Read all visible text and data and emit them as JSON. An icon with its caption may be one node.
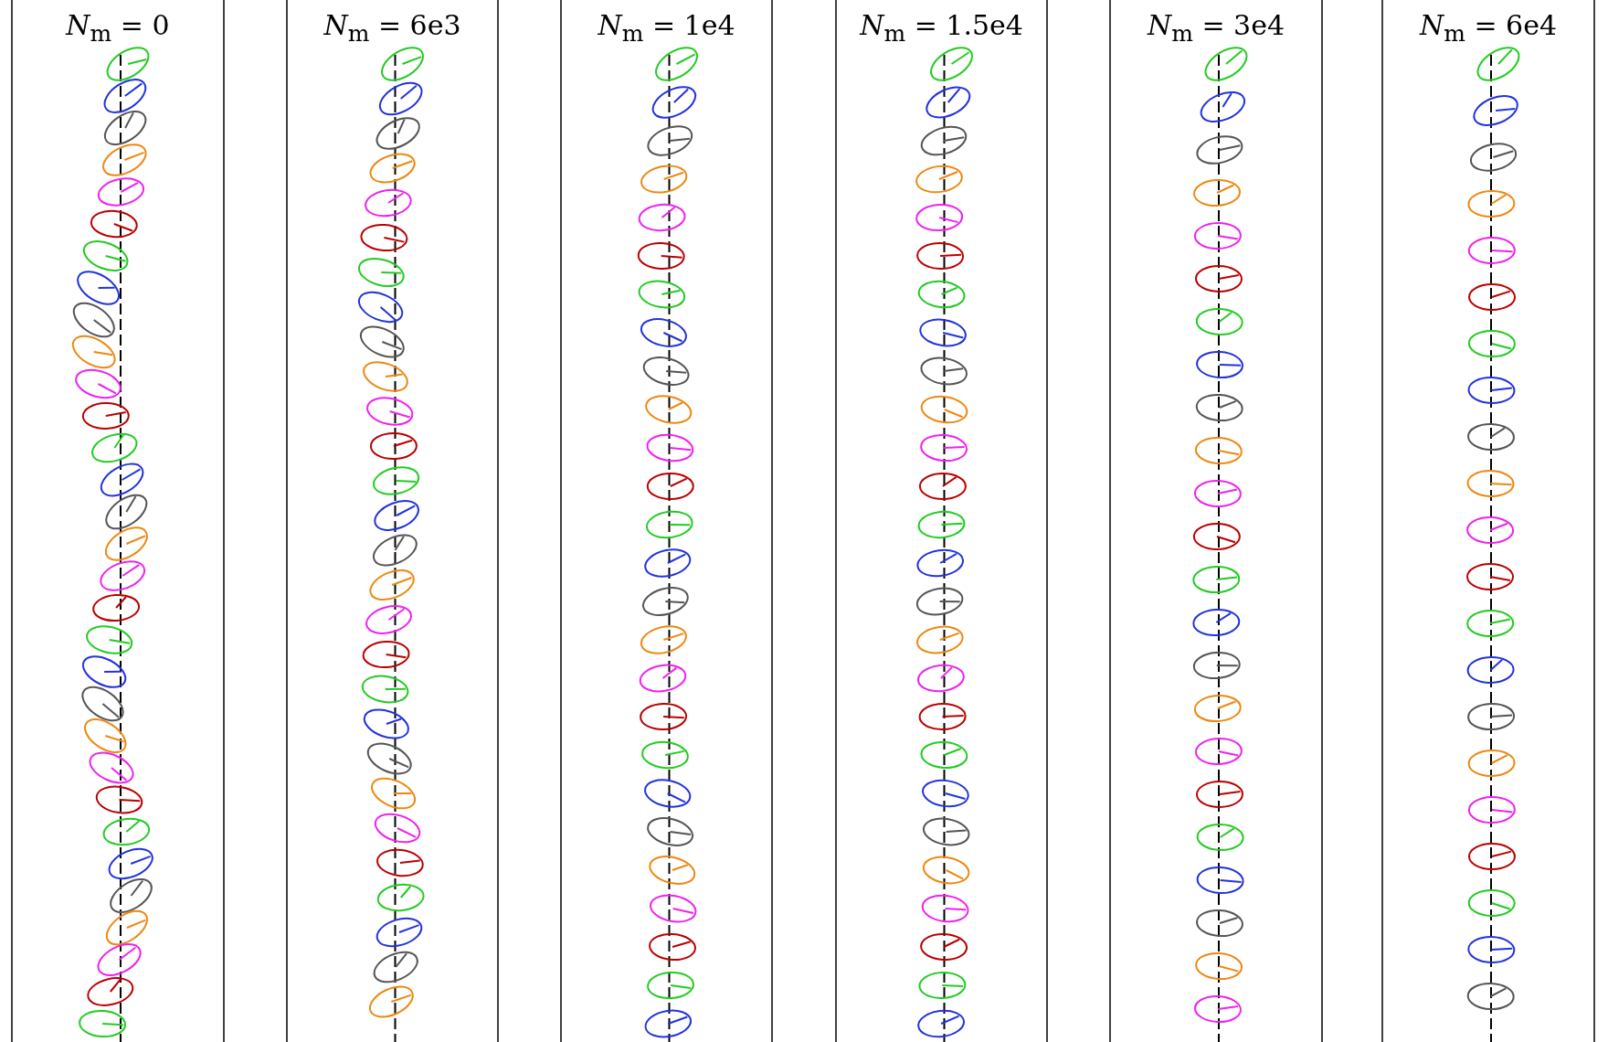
{
  "diagram": {
    "labels": [
      "*N*$_{m}$ = 0",
      "*N*$_{m}$ = 6e3",
      "*N*$_{m}$ = 1e4",
      "*N*$_{m}$ = 1.5e4",
      "*N*$_{m}$ = 3e4",
      "*N*$_{m}$ = 6e4"
    ]
  }
}
